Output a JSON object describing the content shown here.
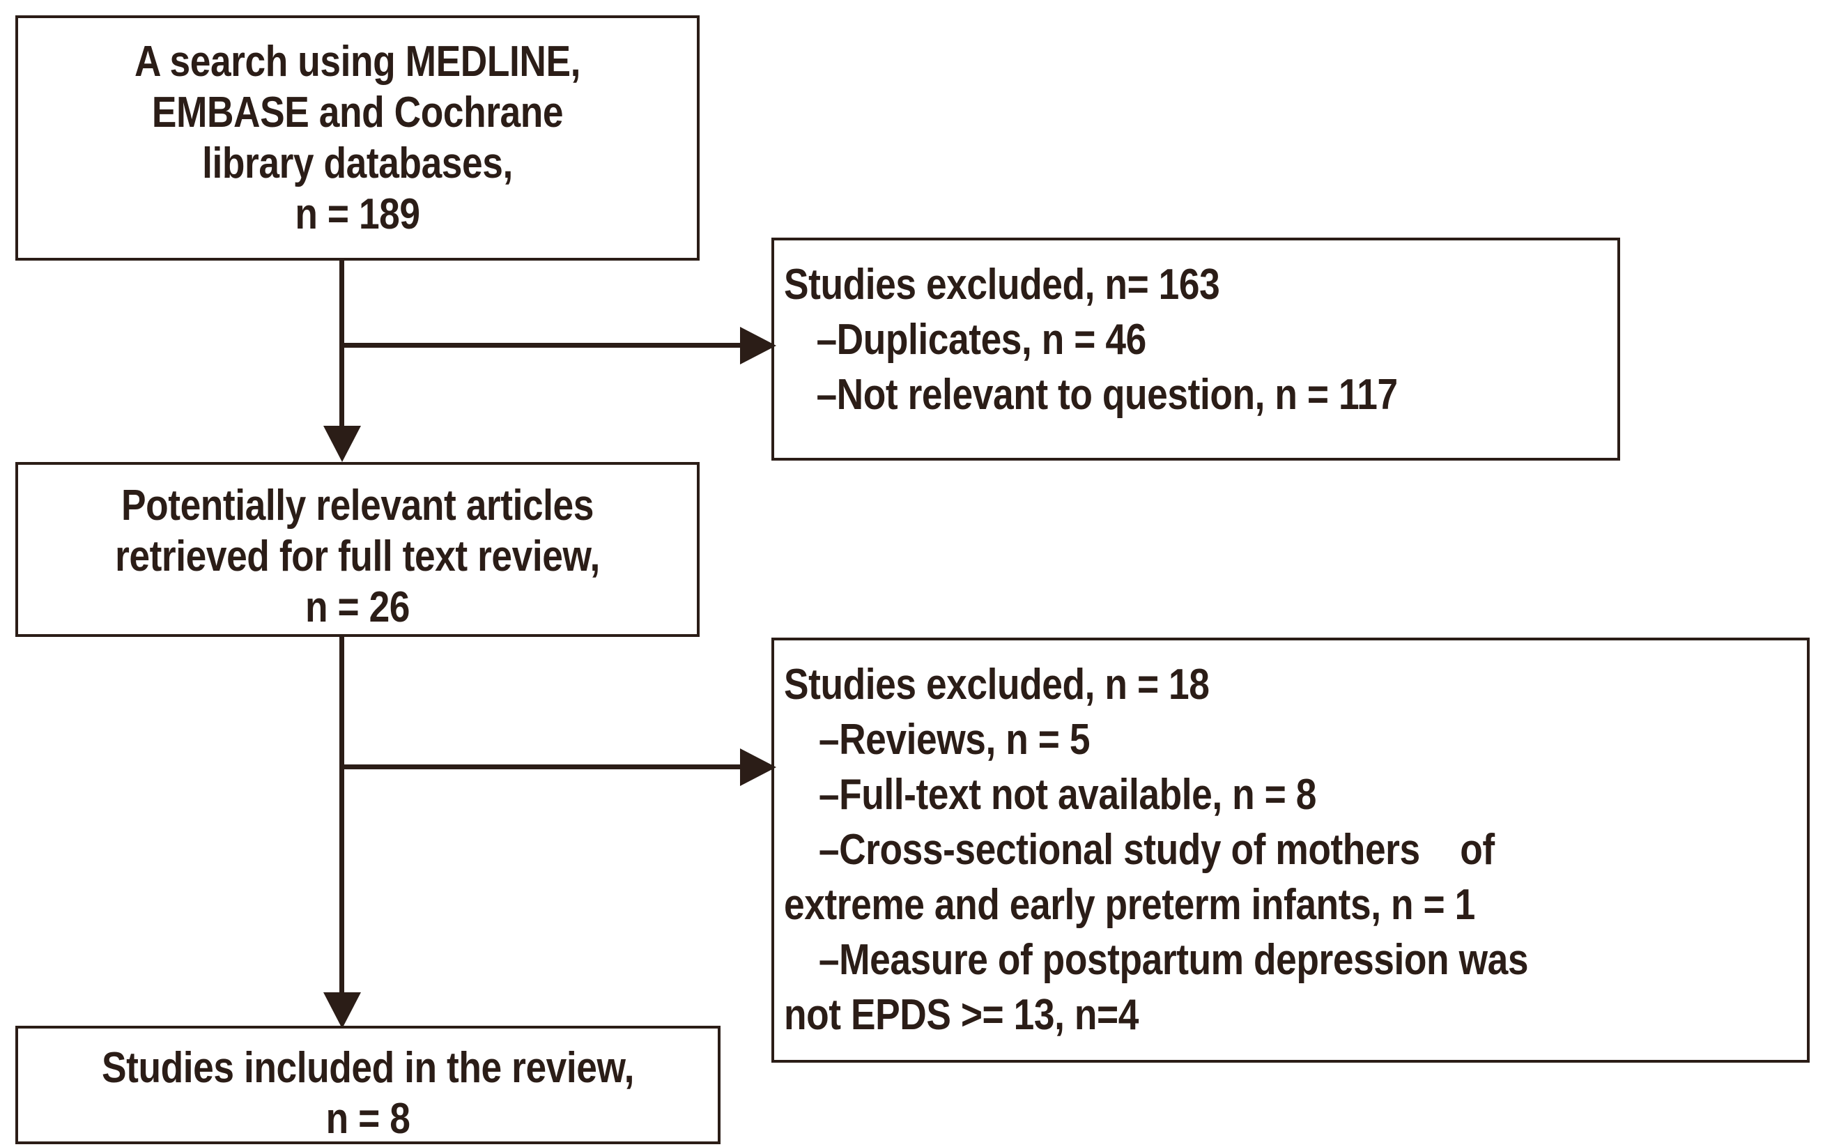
{
  "diagram": {
    "title": "PRISMA study selection flow diagram",
    "colors": {
      "ink": "#2b1d17",
      "background": "#ffffff",
      "border": "#2b1d17"
    },
    "boxes": {
      "search": {
        "name": "search-sources-box",
        "lines": [
          "A search using MEDLINE,",
          "EMBASE and Cochrane",
          "library databases,",
          "n = 189"
        ],
        "count_label": "n = 189",
        "count": 189
      },
      "excluded_1": {
        "name": "studies-excluded-first-pass-box",
        "heading": "Studies excluded, n= 163",
        "count": 163,
        "reasons": [
          {
            "marker": "–",
            "text": "Duplicates, n = 46",
            "count": 46
          },
          {
            "marker": "–",
            "text": "Not relevant to question, n = 117",
            "count": 117
          }
        ]
      },
      "retrieved": {
        "name": "potentially-relevant-articles-box",
        "lines": [
          "Potentially relevant articles",
          "retrieved for full text review,",
          "n = 26"
        ],
        "count_label": "n = 26",
        "count": 26
      },
      "excluded_2": {
        "name": "studies-excluded-second-pass-box",
        "heading": "Studies excluded, n = 18",
        "count": 18,
        "reasons": [
          {
            "marker": "–",
            "text": "Reviews, n = 5",
            "count": 5
          },
          {
            "marker": "–",
            "text": "Full-text not available, n = 8",
            "count": 8
          },
          {
            "marker": "–",
            "text": "Cross-sectional study of mothers    of",
            "continuation": "extreme and early preterm infants, n = 1",
            "count": 1
          },
          {
            "marker": "–",
            "text": "Measure of postpartum depression was",
            "continuation": "not EPDS >= 13, n=4",
            "count": 4
          }
        ]
      },
      "included": {
        "name": "studies-included-box",
        "lines": [
          "Studies included in the review,",
          "n = 8"
        ],
        "count_label": "n = 8",
        "count": 8
      }
    },
    "connectors": [
      {
        "name": "search-to-retrieved-arrow",
        "from": "search",
        "to": "retrieved",
        "direction": "down"
      },
      {
        "name": "search-to-excluded-1-arrow",
        "from": "search",
        "to": "excluded_1",
        "direction": "right"
      },
      {
        "name": "retrieved-to-included-arrow",
        "from": "retrieved",
        "to": "included",
        "direction": "down"
      },
      {
        "name": "retrieved-to-excluded-2-arrow",
        "from": "retrieved",
        "to": "excluded_2",
        "direction": "right"
      }
    ]
  }
}
